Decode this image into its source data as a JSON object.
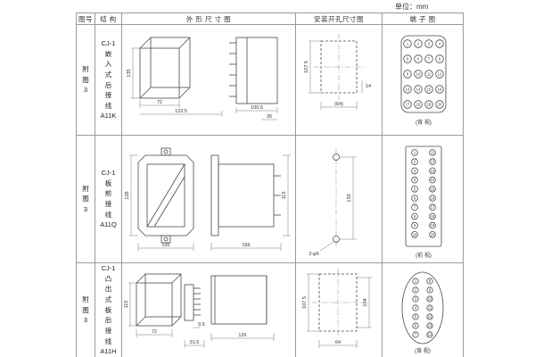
{
  "unit": "单位：mm",
  "headers": {
    "fig": "图号",
    "structure": "结 构",
    "outline": "外 形 尺 寸 图",
    "install": "安装开孔尺寸图",
    "terminal": "端 子 图"
  },
  "rows": [
    {
      "fig": "附\n图\n3",
      "structure": "CJ-1\n嵌\n入\n式\n后\n接\n线\nA11K",
      "outline": {
        "height": "135",
        "width": "72",
        "total": "122.5",
        "depth": "100.5",
        "side": "35"
      },
      "install": {
        "height": "107.5",
        "side": "14",
        "width": "(64)"
      },
      "terminal": {
        "caption": "(背 视)"
      }
    },
    {
      "fig": "附\n图\n3",
      "structure": "CJ-1\n板\n前\n接\n线\nA11Q",
      "outline": {
        "height": "128",
        "width": "105",
        "depth": "156",
        "side_height": "115"
      },
      "install": {
        "pitch": "133",
        "holes": "2-φ5"
      },
      "terminal": {
        "caption": "(前 视)"
      }
    },
    {
      "fig": "附\n图\n3",
      "structure": "CJ-1\n凸\n出\n式\n板\n后\n接\n线\nA11H",
      "outline": {
        "height": "115",
        "width": "72",
        "pin": "9.5",
        "flange": "31.5",
        "depth": "126"
      },
      "install": {
        "height": "107.5",
        "inner": "104",
        "width": "64"
      },
      "terminal": {
        "caption": "(背 视)"
      }
    }
  ],
  "terminals": {
    "grid": [
      "1",
      "2",
      "3",
      "4",
      "5",
      "6",
      "7",
      "8",
      "9",
      "10",
      "11",
      "12",
      "13",
      "14",
      "15",
      "16",
      "17",
      "18",
      "19",
      "20"
    ],
    "cols": [
      "1",
      "2",
      "3",
      "4",
      "5",
      "6",
      "7",
      "8",
      "9",
      "10",
      "11",
      "12",
      "13",
      "14",
      "15",
      "16",
      "17",
      "18",
      "19",
      "20"
    ],
    "oval": [
      "1",
      "2",
      "3",
      "4",
      "5",
      "6",
      "7",
      "8",
      "9",
      "10",
      "11",
      "12",
      "13",
      "14"
    ]
  }
}
